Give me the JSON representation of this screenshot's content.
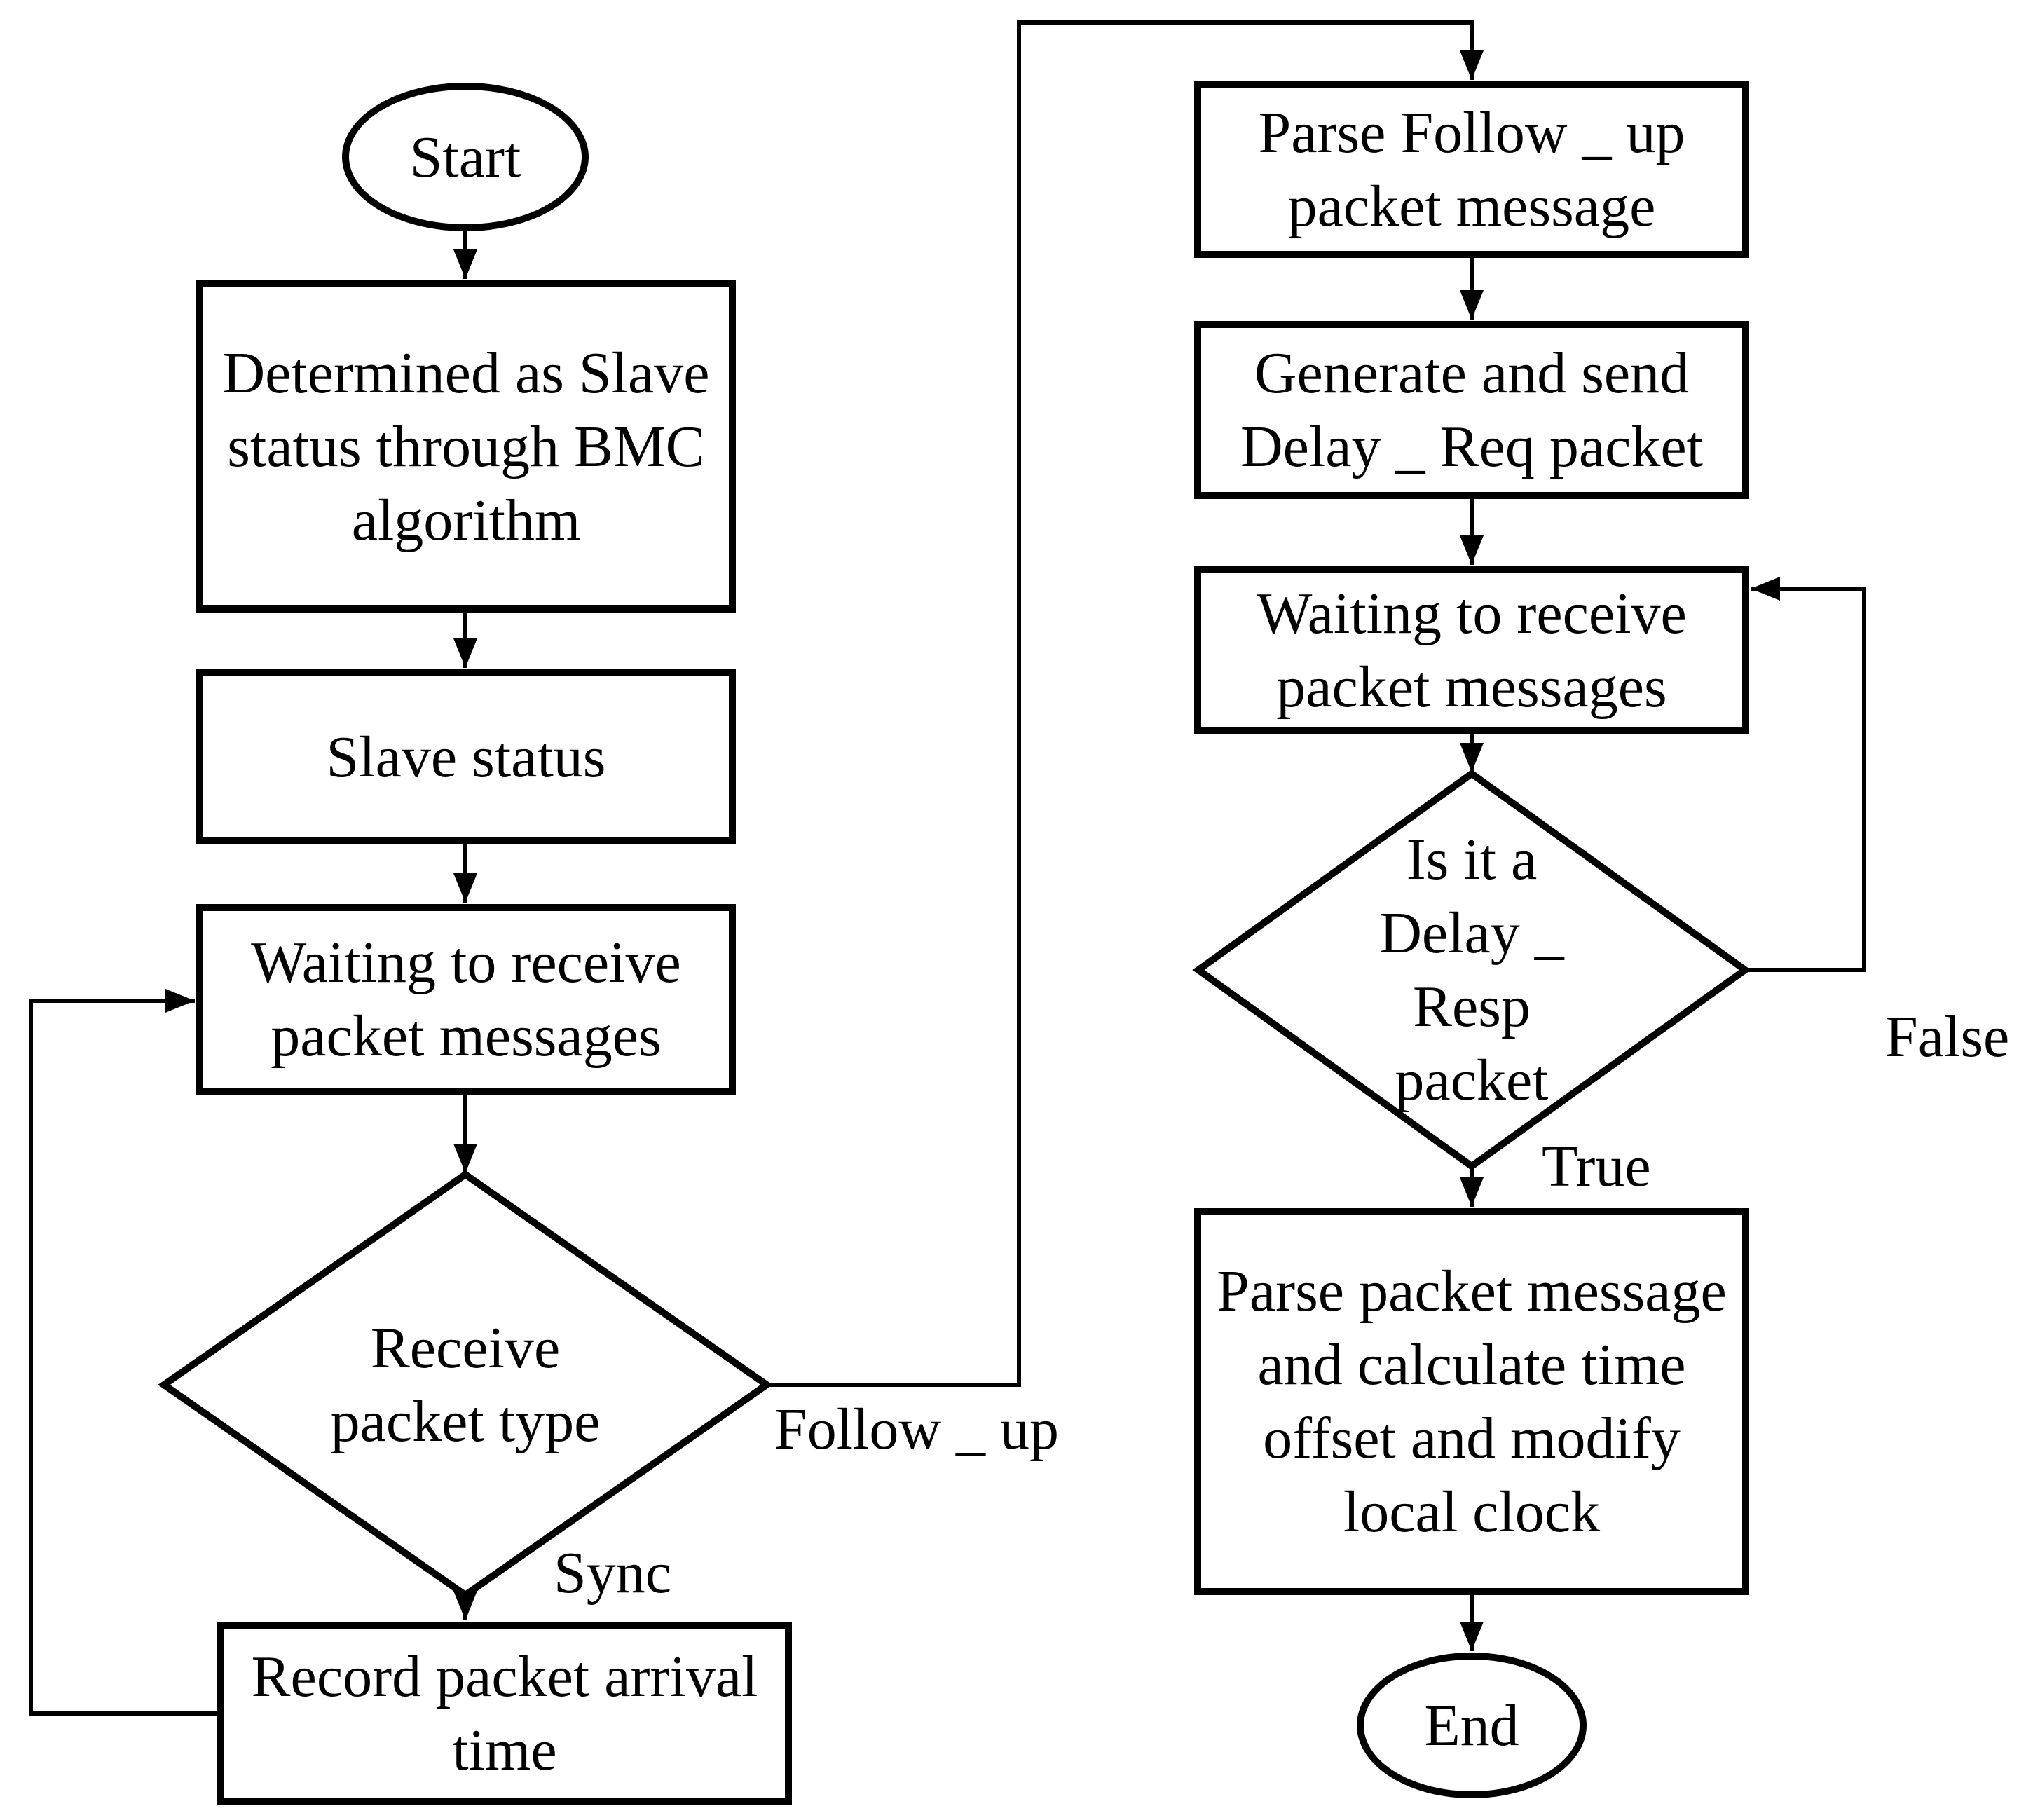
{
  "colors": {
    "stroke": "#000000",
    "background": "#ffffff"
  },
  "nodes": {
    "start": {
      "label": "Start"
    },
    "determined": {
      "label": "Determined as Slave status through BMC algorithm"
    },
    "slave_status": {
      "label": "Slave status"
    },
    "waiting_left": {
      "label": "Waiting to receive packet messages"
    },
    "receive_packet_type": {
      "label": "Receive packet type"
    },
    "record_arrival": {
      "label": "Record packet arrival time"
    },
    "parse_follow_up": {
      "label": "Parse Follow _ up packet message"
    },
    "generate_delay_req": {
      "label": "Generate and send Delay _ Req packet"
    },
    "waiting_right": {
      "label": "Waiting to receive packet messages"
    },
    "is_delay_resp": {
      "label": "Is it a Delay _ Resp packet"
    },
    "parse_calculate": {
      "label": "Parse packet message and calculate time offset and modify local clock"
    },
    "end": {
      "label": "End"
    }
  },
  "edge_labels": {
    "sync": "Sync",
    "follow_up": "Follow _ up",
    "true": "True",
    "false": "False"
  }
}
